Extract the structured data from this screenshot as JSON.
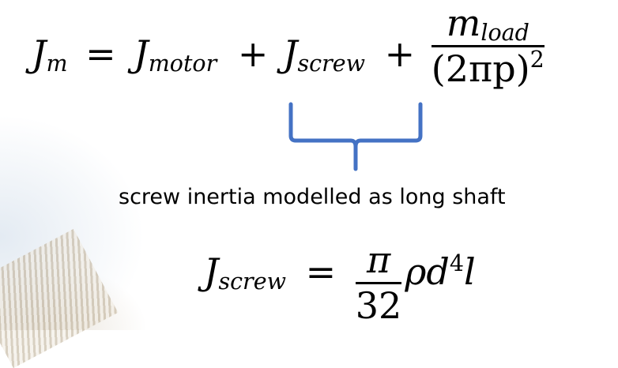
{
  "equation1": {
    "lhs_base": "J",
    "lhs_sub": "m",
    "equals": "=",
    "term1_base": "J",
    "term1_sub": "motor",
    "plus1": "+",
    "term2_base": "J",
    "term2_sub": "screw",
    "plus2": "+",
    "frac_num_base": "m",
    "frac_num_sub": "load",
    "frac_den": "(2πp)",
    "frac_den_exp": "2"
  },
  "annotation": {
    "label": "screw inertia modelled as long shaft",
    "brace_color": "#4472C4"
  },
  "equation2": {
    "lhs_base": "J",
    "lhs_sub": "screw",
    "equals": "=",
    "frac_num": "π",
    "frac_den": "32",
    "rho": "ρ",
    "d": "d",
    "d_exp": "4",
    "l": "l"
  }
}
